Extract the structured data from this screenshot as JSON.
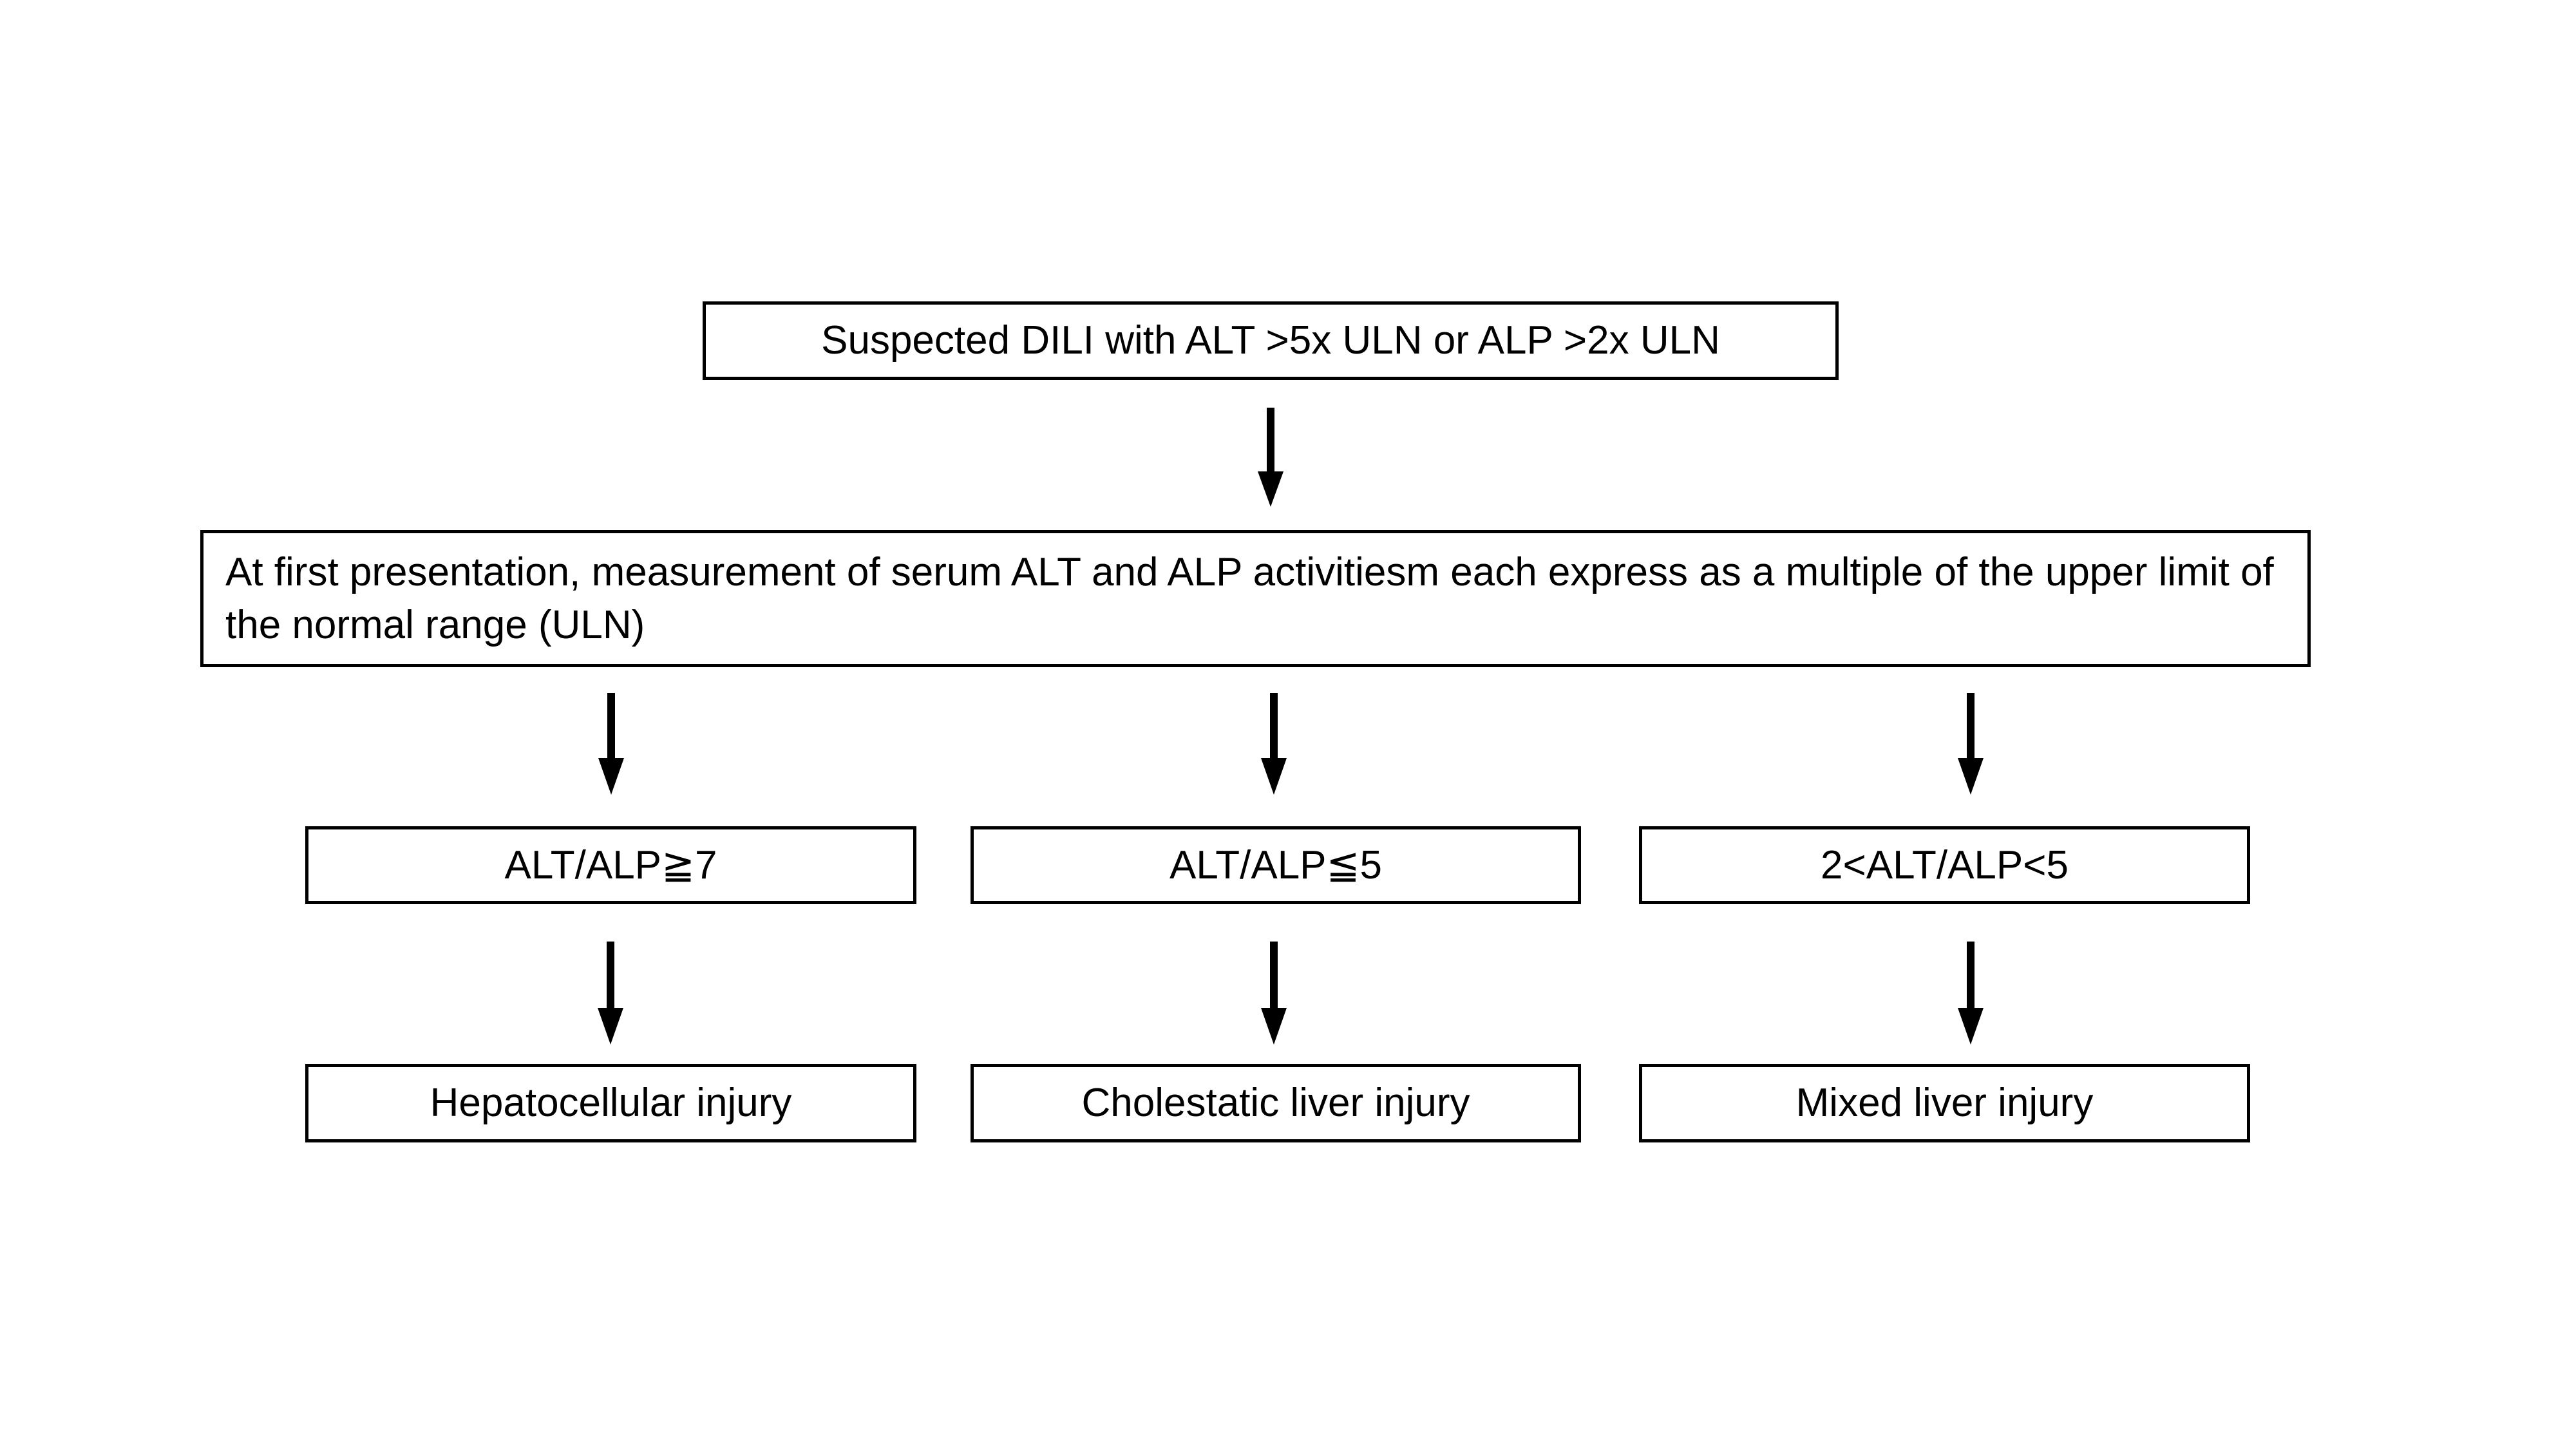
{
  "diagram": {
    "title_box": {
      "id": "suspected-dili",
      "text": "Suspected DILI with ALT >5x ULN or ALP >2x ULN"
    },
    "measurement_box": {
      "id": "measurement",
      "text": "At first presentation, measurement of serum ALT and ALP activitiesm each express as a multiple of the upper limit of the normal range (ULN)"
    },
    "criteria": [
      {
        "id": "criteria-ratio-ge-5",
        "text": "ALT/ALP≧7"
      },
      {
        "id": "criteria-ratio-le-5",
        "text": "ALT/ALP≦5"
      },
      {
        "id": "criteria-ratio-mixed",
        "text": "2<ALT/ALP<5"
      }
    ],
    "outcomes": [
      {
        "id": "outcome-hepatocellular",
        "text": "Hepatocellular injury"
      },
      {
        "id": "outcome-cholestatic",
        "text": "Cholestatic liver injury"
      },
      {
        "id": "outcome-mixed",
        "text": "Mixed liver injury"
      }
    ],
    "arrows": [
      {
        "id": "arrow-main",
        "from": "suspected-dili",
        "to": "measurement",
        "direction": "down"
      },
      {
        "id": "arrow-split-0",
        "from": "measurement",
        "to": "criteria-ratio-ge-5",
        "direction": "down"
      },
      {
        "id": "arrow-split-1",
        "from": "measurement",
        "to": "criteria-ratio-le-5",
        "direction": "down"
      },
      {
        "id": "arrow-split-2",
        "from": "measurement",
        "to": "criteria-ratio-mixed",
        "direction": "down"
      },
      {
        "id": "arrow-result-0",
        "from": "criteria-ratio-ge-5",
        "to": "outcome-hepatocellular",
        "direction": "down"
      },
      {
        "id": "arrow-result-1",
        "from": "criteria-ratio-le-5",
        "to": "outcome-cholestatic",
        "direction": "down"
      },
      {
        "id": "arrow-result-2",
        "from": "criteria-ratio-mixed",
        "to": "outcome-mixed",
        "direction": "down"
      }
    ],
    "colors": {
      "background": "#ffffff",
      "stroke": "#000000",
      "text": "#000000",
      "fill": "#ffffff"
    }
  }
}
